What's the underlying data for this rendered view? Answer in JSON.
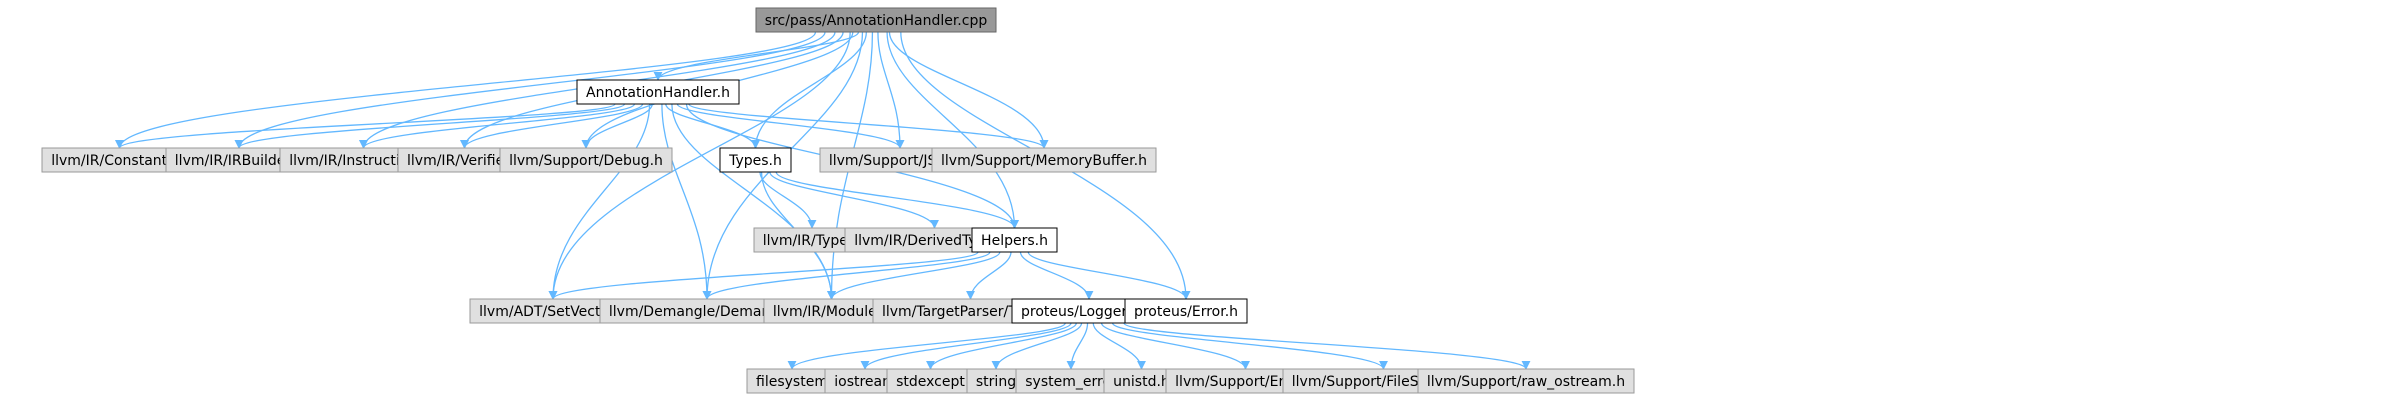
{
  "colors": {
    "root_fill": "#999999",
    "root_stroke": "#666666",
    "internal_fill": "#ffffff",
    "internal_stroke": "#000000",
    "external_fill": "#e0e0e0",
    "external_stroke": "#999999",
    "edge": "#63b8ff"
  },
  "nodes": [
    {
      "id": "root",
      "label": "src/pass/AnnotationHandler.cpp",
      "kind": "root"
    },
    {
      "id": "annot",
      "label": "AnnotationHandler.h",
      "kind": "internal"
    },
    {
      "id": "constants",
      "label": "llvm/IR/Constants.h",
      "kind": "external"
    },
    {
      "id": "irbuilder",
      "label": "llvm/IR/IRBuilder.h",
      "kind": "external"
    },
    {
      "id": "instructions",
      "label": "llvm/IR/Instructions.h",
      "kind": "external"
    },
    {
      "id": "verifier",
      "label": "llvm/IR/Verifier.h",
      "kind": "external"
    },
    {
      "id": "debug",
      "label": "llvm/Support/Debug.h",
      "kind": "external"
    },
    {
      "id": "types",
      "label": "Types.h",
      "kind": "internal"
    },
    {
      "id": "json",
      "label": "llvm/Support/JSON.h",
      "kind": "external"
    },
    {
      "id": "membuf",
      "label": "llvm/Support/MemoryBuffer.h",
      "kind": "external"
    },
    {
      "id": "irtype",
      "label": "llvm/IR/Type.h",
      "kind": "external"
    },
    {
      "id": "derived",
      "label": "llvm/IR/DerivedTypes.h",
      "kind": "external"
    },
    {
      "id": "helpers",
      "label": "Helpers.h",
      "kind": "internal"
    },
    {
      "id": "setvector",
      "label": "llvm/ADT/SetVector.h",
      "kind": "external"
    },
    {
      "id": "demangle",
      "label": "llvm/Demangle/Demangle.h",
      "kind": "external"
    },
    {
      "id": "module",
      "label": "llvm/IR/Module.h",
      "kind": "external"
    },
    {
      "id": "triple",
      "label": "llvm/TargetParser/Triple.h",
      "kind": "external"
    },
    {
      "id": "logger",
      "label": "proteus/Logger.hpp",
      "kind": "internal"
    },
    {
      "id": "perror",
      "label": "proteus/Error.h",
      "kind": "internal"
    },
    {
      "id": "filesystem",
      "label": "filesystem",
      "kind": "external"
    },
    {
      "id": "iostream",
      "label": "iostream",
      "kind": "external"
    },
    {
      "id": "stdexcept",
      "label": "stdexcept",
      "kind": "external"
    },
    {
      "id": "string",
      "label": "string",
      "kind": "external"
    },
    {
      "id": "syserr",
      "label": "system_error",
      "kind": "external"
    },
    {
      "id": "unistd",
      "label": "unistd.h",
      "kind": "external"
    },
    {
      "id": "superr",
      "label": "llvm/Support/Error.h",
      "kind": "external"
    },
    {
      "id": "fs",
      "label": "llvm/Support/FileSystem.h",
      "kind": "external"
    },
    {
      "id": "rawos",
      "label": "llvm/Support/raw_ostream.h",
      "kind": "external"
    }
  ],
  "edges": [
    [
      "root",
      "annot"
    ],
    [
      "root",
      "constants"
    ],
    [
      "root",
      "irbuilder"
    ],
    [
      "root",
      "instructions"
    ],
    [
      "root",
      "verifier"
    ],
    [
      "root",
      "debug"
    ],
    [
      "root",
      "types"
    ],
    [
      "root",
      "json"
    ],
    [
      "root",
      "membuf"
    ],
    [
      "root",
      "helpers"
    ],
    [
      "root",
      "setvector"
    ],
    [
      "root",
      "demangle"
    ],
    [
      "root",
      "module"
    ],
    [
      "root",
      "perror"
    ],
    [
      "annot",
      "constants"
    ],
    [
      "annot",
      "irbuilder"
    ],
    [
      "annot",
      "instructions"
    ],
    [
      "annot",
      "verifier"
    ],
    [
      "annot",
      "debug"
    ],
    [
      "annot",
      "types"
    ],
    [
      "annot",
      "json"
    ],
    [
      "annot",
      "membuf"
    ],
    [
      "annot",
      "helpers"
    ],
    [
      "annot",
      "setvector"
    ],
    [
      "annot",
      "demangle"
    ],
    [
      "annot",
      "module"
    ],
    [
      "types",
      "irtype"
    ],
    [
      "types",
      "derived"
    ],
    [
      "types",
      "helpers"
    ],
    [
      "types",
      "module"
    ],
    [
      "helpers",
      "setvector"
    ],
    [
      "helpers",
      "demangle"
    ],
    [
      "helpers",
      "module"
    ],
    [
      "helpers",
      "triple"
    ],
    [
      "helpers",
      "logger"
    ],
    [
      "helpers",
      "perror"
    ],
    [
      "logger",
      "filesystem"
    ],
    [
      "logger",
      "iostream"
    ],
    [
      "logger",
      "stdexcept"
    ],
    [
      "logger",
      "string"
    ],
    [
      "logger",
      "syserr"
    ],
    [
      "logger",
      "unistd"
    ],
    [
      "logger",
      "superr"
    ],
    [
      "logger",
      "fs"
    ],
    [
      "logger",
      "rawos"
    ]
  ]
}
